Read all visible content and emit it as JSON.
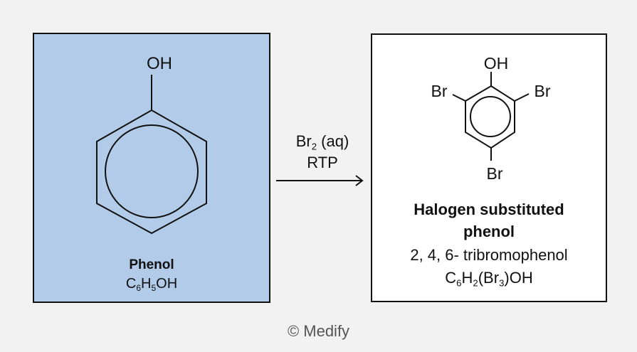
{
  "colors": {
    "reactant_fill": "#b1cbe9",
    "product_fill": "#ffffff",
    "line": "#111111",
    "background": "#f2f2f2"
  },
  "reactant": {
    "group": "OH",
    "name": "Phenol",
    "formula": {
      "c": "C",
      "c_n": "6",
      "h": "H",
      "h_n": "5",
      "rest": "OH"
    }
  },
  "conditions": {
    "reagent": "Br",
    "reagent_n": "2",
    "reagent_state": " (aq)",
    "temp": "RTP"
  },
  "product": {
    "group": "OH",
    "sub_left": "Br",
    "sub_right": "Br",
    "sub_bottom": "Br",
    "name_line1": "Halogen substituted",
    "name_line2": "phenol",
    "iupac": "2, 4, 6- tribromophenol",
    "formula": {
      "c": "C",
      "c_n": "6",
      "h": "H",
      "h_n": "2",
      "br_open": "(Br",
      "br_n": "3",
      "rest": ")OH"
    }
  },
  "copyright": "© Medify",
  "icons": {
    "arrow": "right-arrow-icon"
  }
}
